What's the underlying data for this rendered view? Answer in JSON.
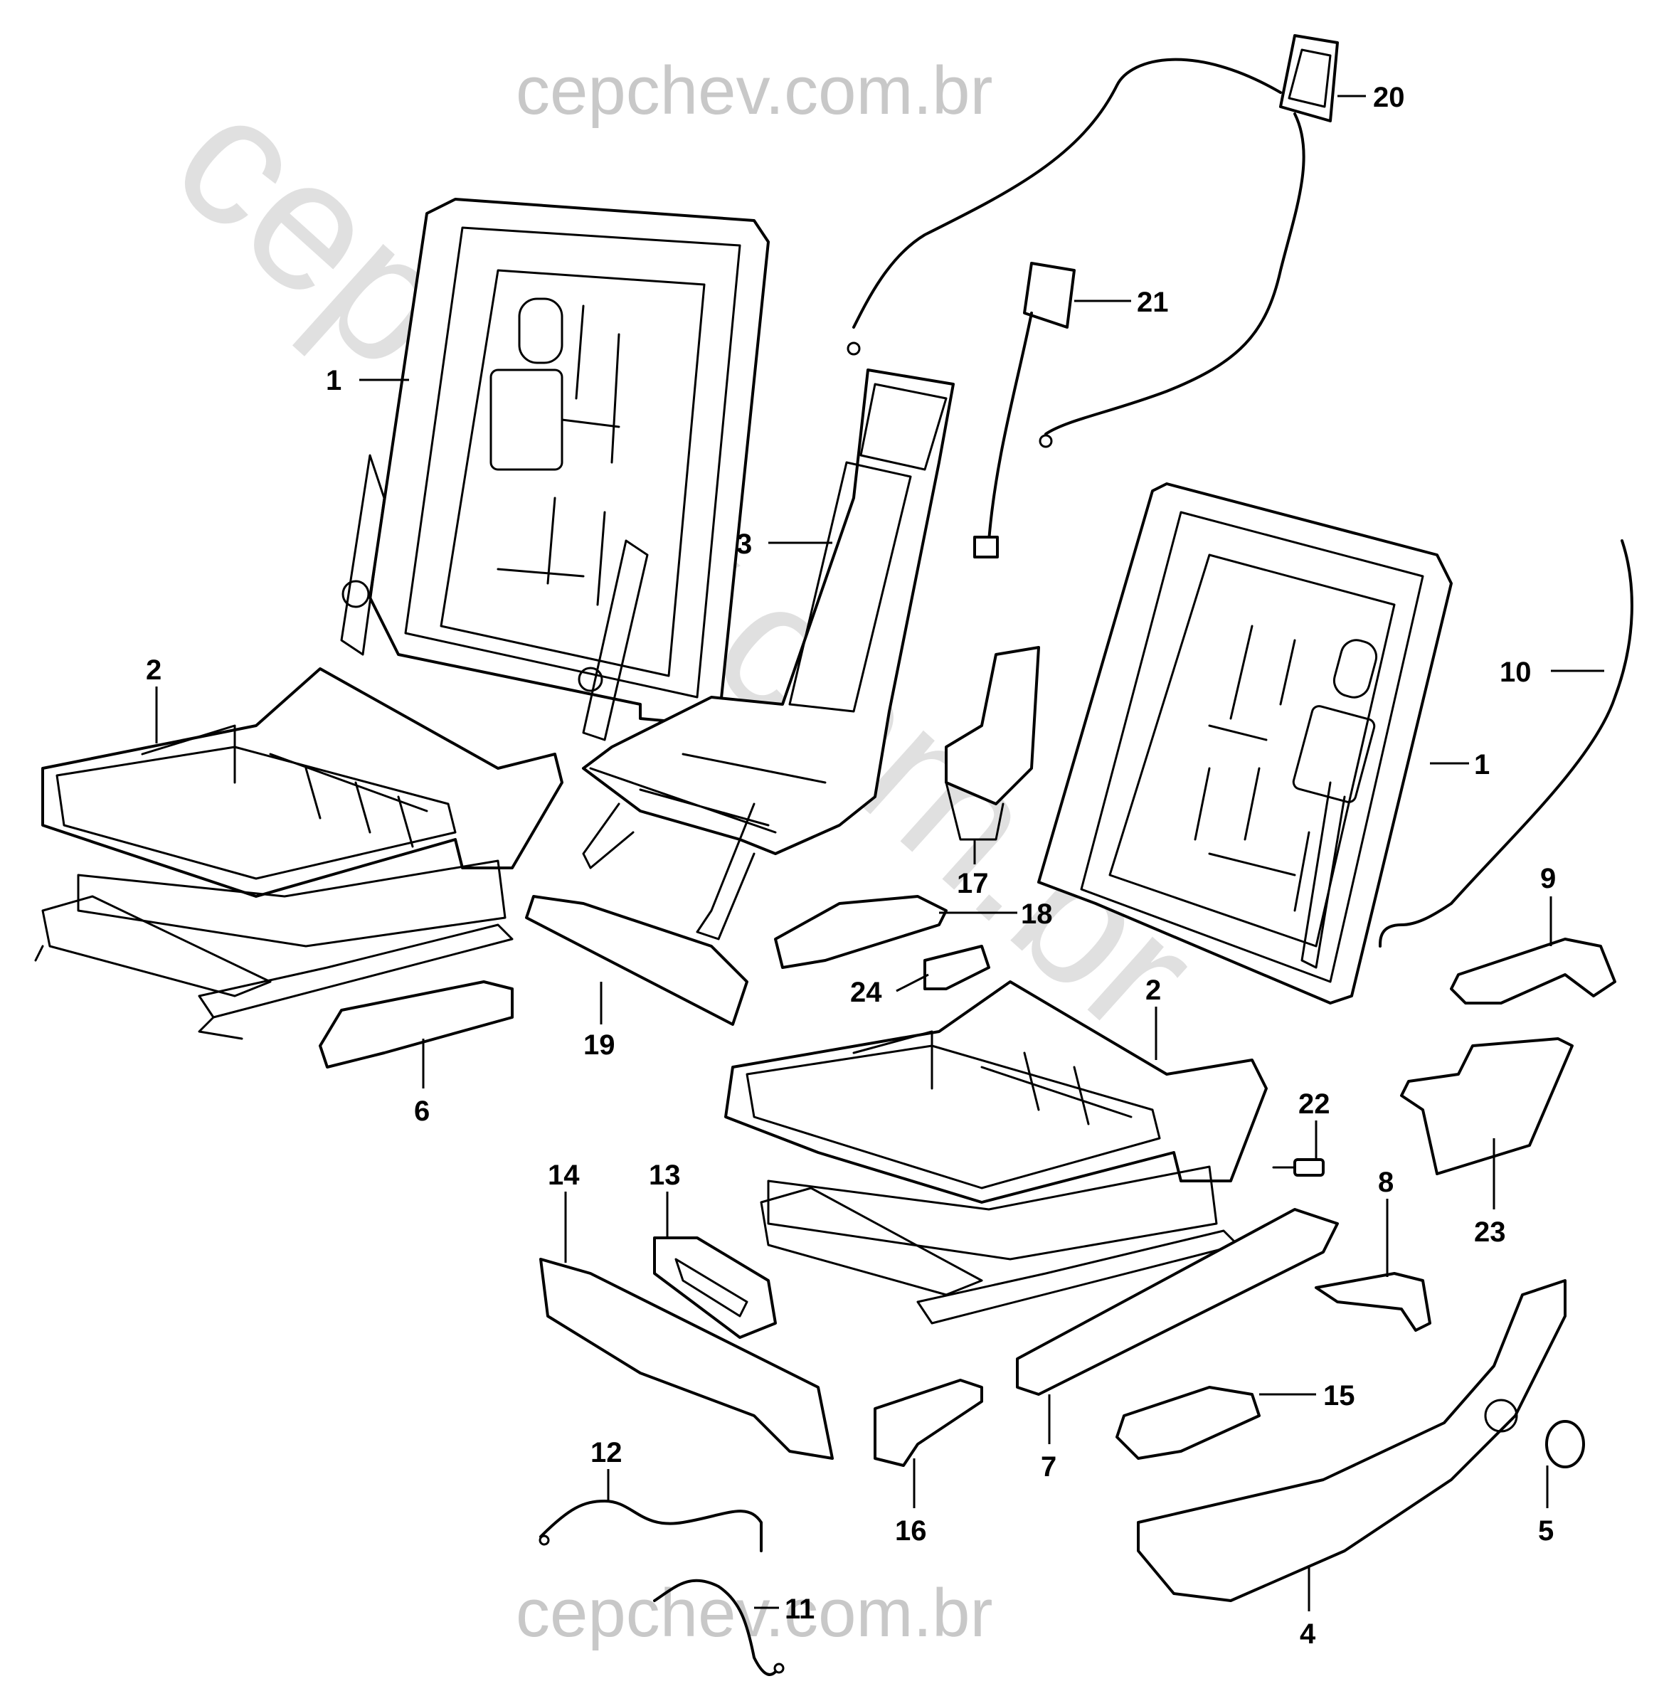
{
  "watermark": {
    "top": "cepchev.com.br",
    "bottom": "cepchev.com.br",
    "diagonal": "cepchev.com.br"
  },
  "callouts": {
    "c1a": "1",
    "c1b": "1",
    "c2a": "2",
    "c2b": "2",
    "c3": "3",
    "c4": "4",
    "c5": "5",
    "c6": "6",
    "c7": "7",
    "c8": "8",
    "c9": "9",
    "c10": "10",
    "c11": "11",
    "c12": "12",
    "c13": "13",
    "c14": "14",
    "c15": "15",
    "c16": "16",
    "c17": "17",
    "c18": "18",
    "c19": "19",
    "c20": "20",
    "c21": "21",
    "c22": "22",
    "c23": "23",
    "c24": "24"
  }
}
